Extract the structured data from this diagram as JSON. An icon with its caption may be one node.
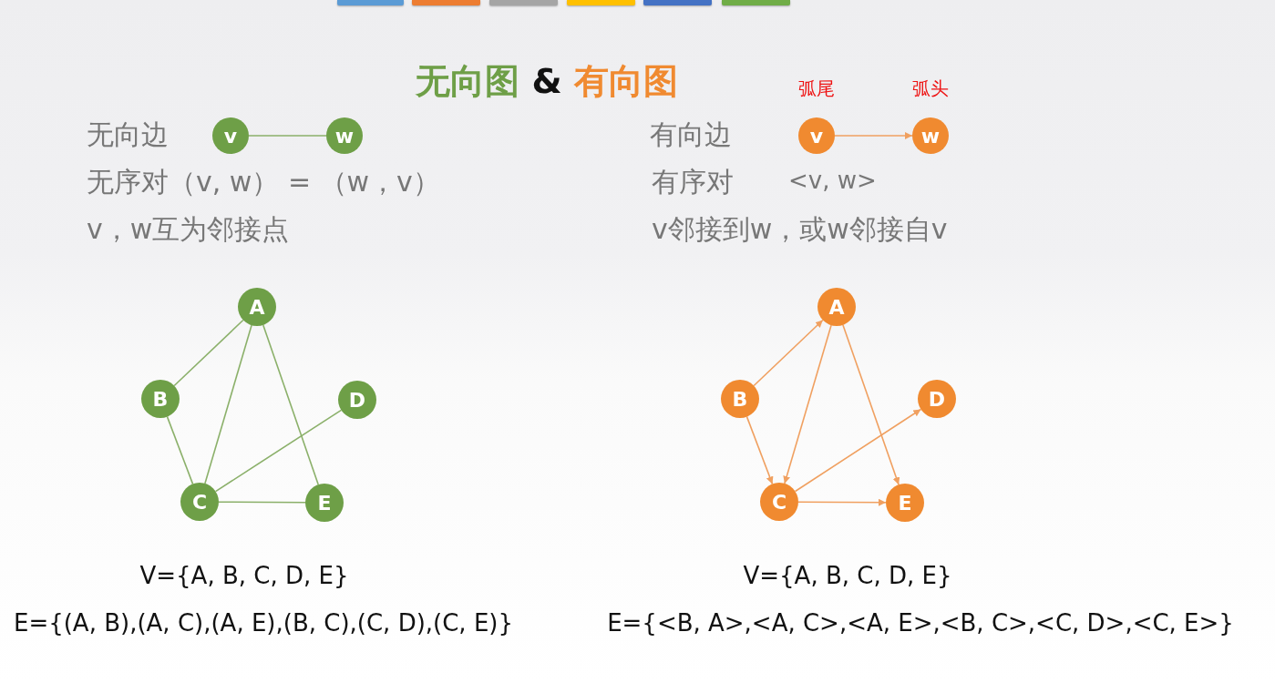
{
  "diagram": {
    "title": "无向图 & 有向图",
    "nodes": [
      {
        "text": [
          "v"
        ]
      },
      {
        "text": [
          "w"
        ]
      },
      {
        "text": [
          "v"
        ],
        "beside": [
          "弧尾"
        ]
      },
      {
        "text": [
          "w"
        ],
        "beside": [
          "弧头"
        ]
      },
      {
        "text": [
          "A"
        ]
      },
      {
        "text": [
          "B"
        ]
      },
      {
        "text": [
          "C"
        ]
      },
      {
        "text": [
          "D"
        ]
      },
      {
        "text": [
          "E"
        ]
      },
      {
        "text": [
          "A"
        ]
      },
      {
        "text": [
          "B"
        ]
      },
      {
        "text": [
          "C"
        ]
      },
      {
        "text": [
          "D"
        ]
      },
      {
        "text": [
          "E"
        ]
      }
    ],
    "edges": [
      {
        "from": 0,
        "to": 1,
        "arrow": "none"
      },
      {
        "from": 2,
        "to": 3,
        "arrow": "to",
        "color": "#f0a060"
      },
      {
        "from": 4,
        "to": 5,
        "arrow": "none"
      },
      {
        "from": 4,
        "to": 6,
        "arrow": "none"
      },
      {
        "from": 4,
        "to": 8,
        "arrow": "none"
      },
      {
        "from": 5,
        "to": 6,
        "arrow": "none"
      },
      {
        "from": 6,
        "to": 7,
        "arrow": "none"
      },
      {
        "from": 6,
        "to": 8,
        "arrow": "none"
      },
      {
        "from": 10,
        "to": 9,
        "arrow": "to",
        "color": "#f0a060"
      },
      {
        "from": 9,
        "to": 11,
        "arrow": "to",
        "color": "#f0a060"
      },
      {
        "from": 9,
        "to": 13,
        "arrow": "to",
        "color": "#f0a060"
      },
      {
        "from": 10,
        "to": 11,
        "arrow": "to",
        "color": "#f0a060"
      },
      {
        "from": 11,
        "to": 12,
        "arrow": "to",
        "color": "#f0a060"
      },
      {
        "from": 11,
        "to": 13,
        "arrow": "to",
        "color": "#f0a060"
      }
    ],
    "labels": [
      "无向边",
      "无序对（v, w） = （w，v）",
      "v，w互为邻接点",
      "有向边",
      "有序对",
      "<v, w>",
      "v邻接到w，或w邻接自v",
      "V={A, B, C, D, E}",
      "E={(A, B),(A, C),(A, E),(B, C),(C, D),(C, E)}",
      "V={A, B, C, D, E}",
      "E={<B, A>,<A, C>,<A, E>,<B, C>,<C, D>,<C, E>}"
    ]
  }
}
